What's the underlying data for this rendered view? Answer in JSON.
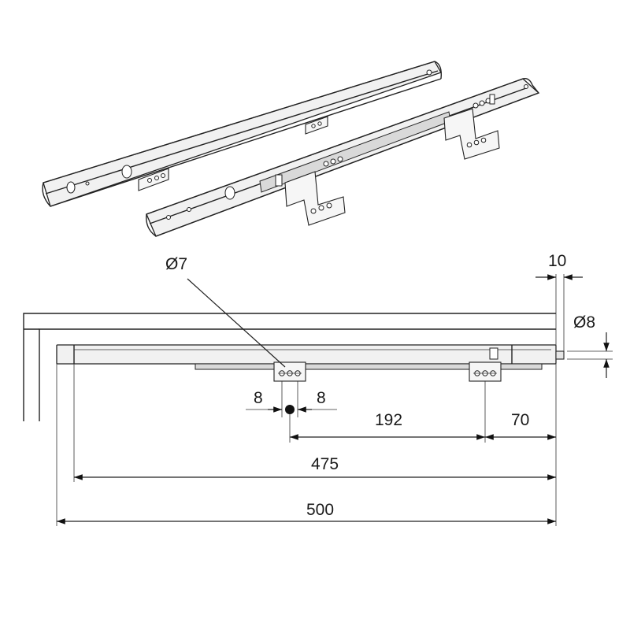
{
  "dimensions": {
    "hole_diameter": "Ø7",
    "pin_diameter": "Ø8",
    "pin_length": "10",
    "hole_offset_left": "8",
    "hole_offset_right": "8",
    "bracket_spacing": "192",
    "end_offset": "70",
    "rail_length": "475",
    "total_length": "500"
  }
}
